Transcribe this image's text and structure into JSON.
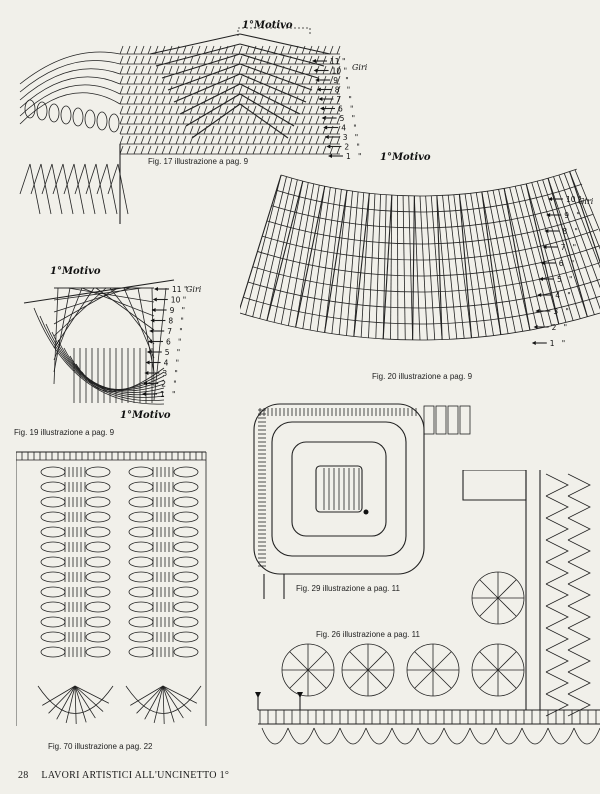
{
  "fig17": {
    "caption": "Fig. 17 illustrazione a pag. 9",
    "motivo": "1°Motivo",
    "giri_word": "Giri",
    "rows": [
      "11",
      "10",
      "9",
      "8",
      "7",
      "6",
      "5",
      "4",
      "3",
      "2",
      "1"
    ]
  },
  "fig20": {
    "caption": "Fig. 20 illustrazione a pag. 9",
    "motivo": "1°Motivo",
    "giri_word": "Giri",
    "rows": [
      "10",
      "9",
      "8",
      "7",
      "6",
      "5",
      "4",
      "3",
      "2",
      "1"
    ]
  },
  "fig19": {
    "caption": "Fig. 19 illustrazione a pag. 9",
    "motivo_top": "1°Motivo",
    "motivo_bottom": "1°Motivo",
    "giri_word": "Giri",
    "rows": [
      "11",
      "10",
      "9",
      "8",
      "7",
      "6",
      "5",
      "4",
      "3",
      "2",
      "1"
    ]
  },
  "fig70": {
    "caption": "Fig. 70 illustrazione a pag. 22"
  },
  "fig29": {
    "caption": "Fig. 29 illustrazione a pag. 11"
  },
  "fig26": {
    "caption": "Fig. 26 illustrazione a pag. 11"
  },
  "footer": {
    "page_number": "28",
    "title": "LAVORI ARTISTICI ALL'UNCINETTO 1°"
  }
}
